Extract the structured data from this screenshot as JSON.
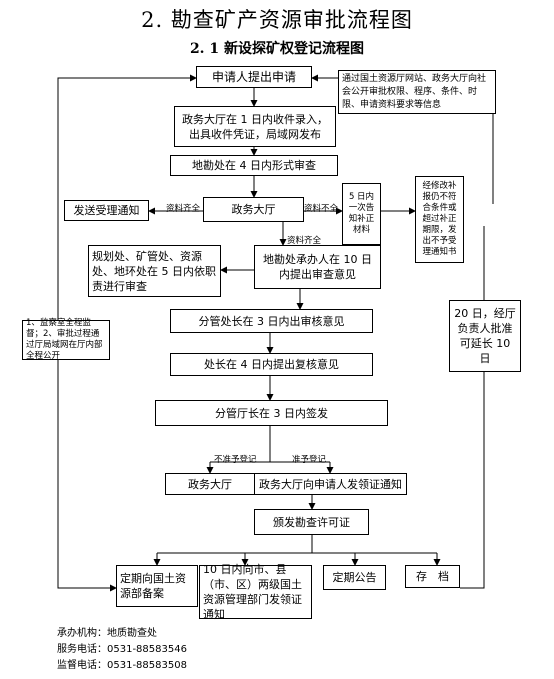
{
  "titles": {
    "main": "2. 勘查矿产资源审批流程图",
    "sub": "2. 1 新设探矿权登记流程图"
  },
  "nodes": {
    "applicant": "申请人提出申请",
    "announce": "通过国土资源厅网站、政务大厅向社会公开审批权限、程序、条件、时限、申请资料要求等信息",
    "intake": "政务大厅在 1 日内收件录入，出具收件凭证，局域网发布",
    "formal_review": "地勘处在 4 日内形式审查",
    "hall": "政务大厅",
    "notify_accept": "发送受理通知",
    "supplement": "5 日内一次告知补正材料",
    "reject_notice": "经修改补报仍不符合条件或超过补正期限，发出不予受理通知书",
    "joint_review": "规划处、矿管处、资源处、地环处在 5 日内依职责进行审查",
    "handler": "地勘处承办人在 10 日内提出审查意见",
    "supervision": "1、监察室全程监督；2、审批过程通过厅局域网在厅内部全程公开",
    "division_head": "分管处长在 3 日内出审核意见",
    "chief": "处长在 4 日内提出复核意见",
    "deputy": "分管厅长在 3 日内签发",
    "extension": "20 日，经厅负责人批准可延长 10 日",
    "hall_deny": "政务大厅",
    "hall_notify": "政务大厅向申请人发领证通知",
    "issue": "颁发勘查许可证",
    "record": "定期向国土资源部备案",
    "city_notify": "10 日内向市、县（市、区）两级国土资源管理部门发领证通知",
    "publish": "定期公告",
    "archive": "存　档"
  },
  "labels": {
    "complete_left": "资料齐全",
    "incomplete": "资料不全",
    "complete_down": "资料齐全",
    "not_granted": "不准予登记",
    "granted": "准予登记"
  },
  "footer": {
    "org": "承办机构：地质勘查处",
    "service": "服务电话：0531-88583546",
    "monitor": "监督电话：0531-88583508"
  }
}
